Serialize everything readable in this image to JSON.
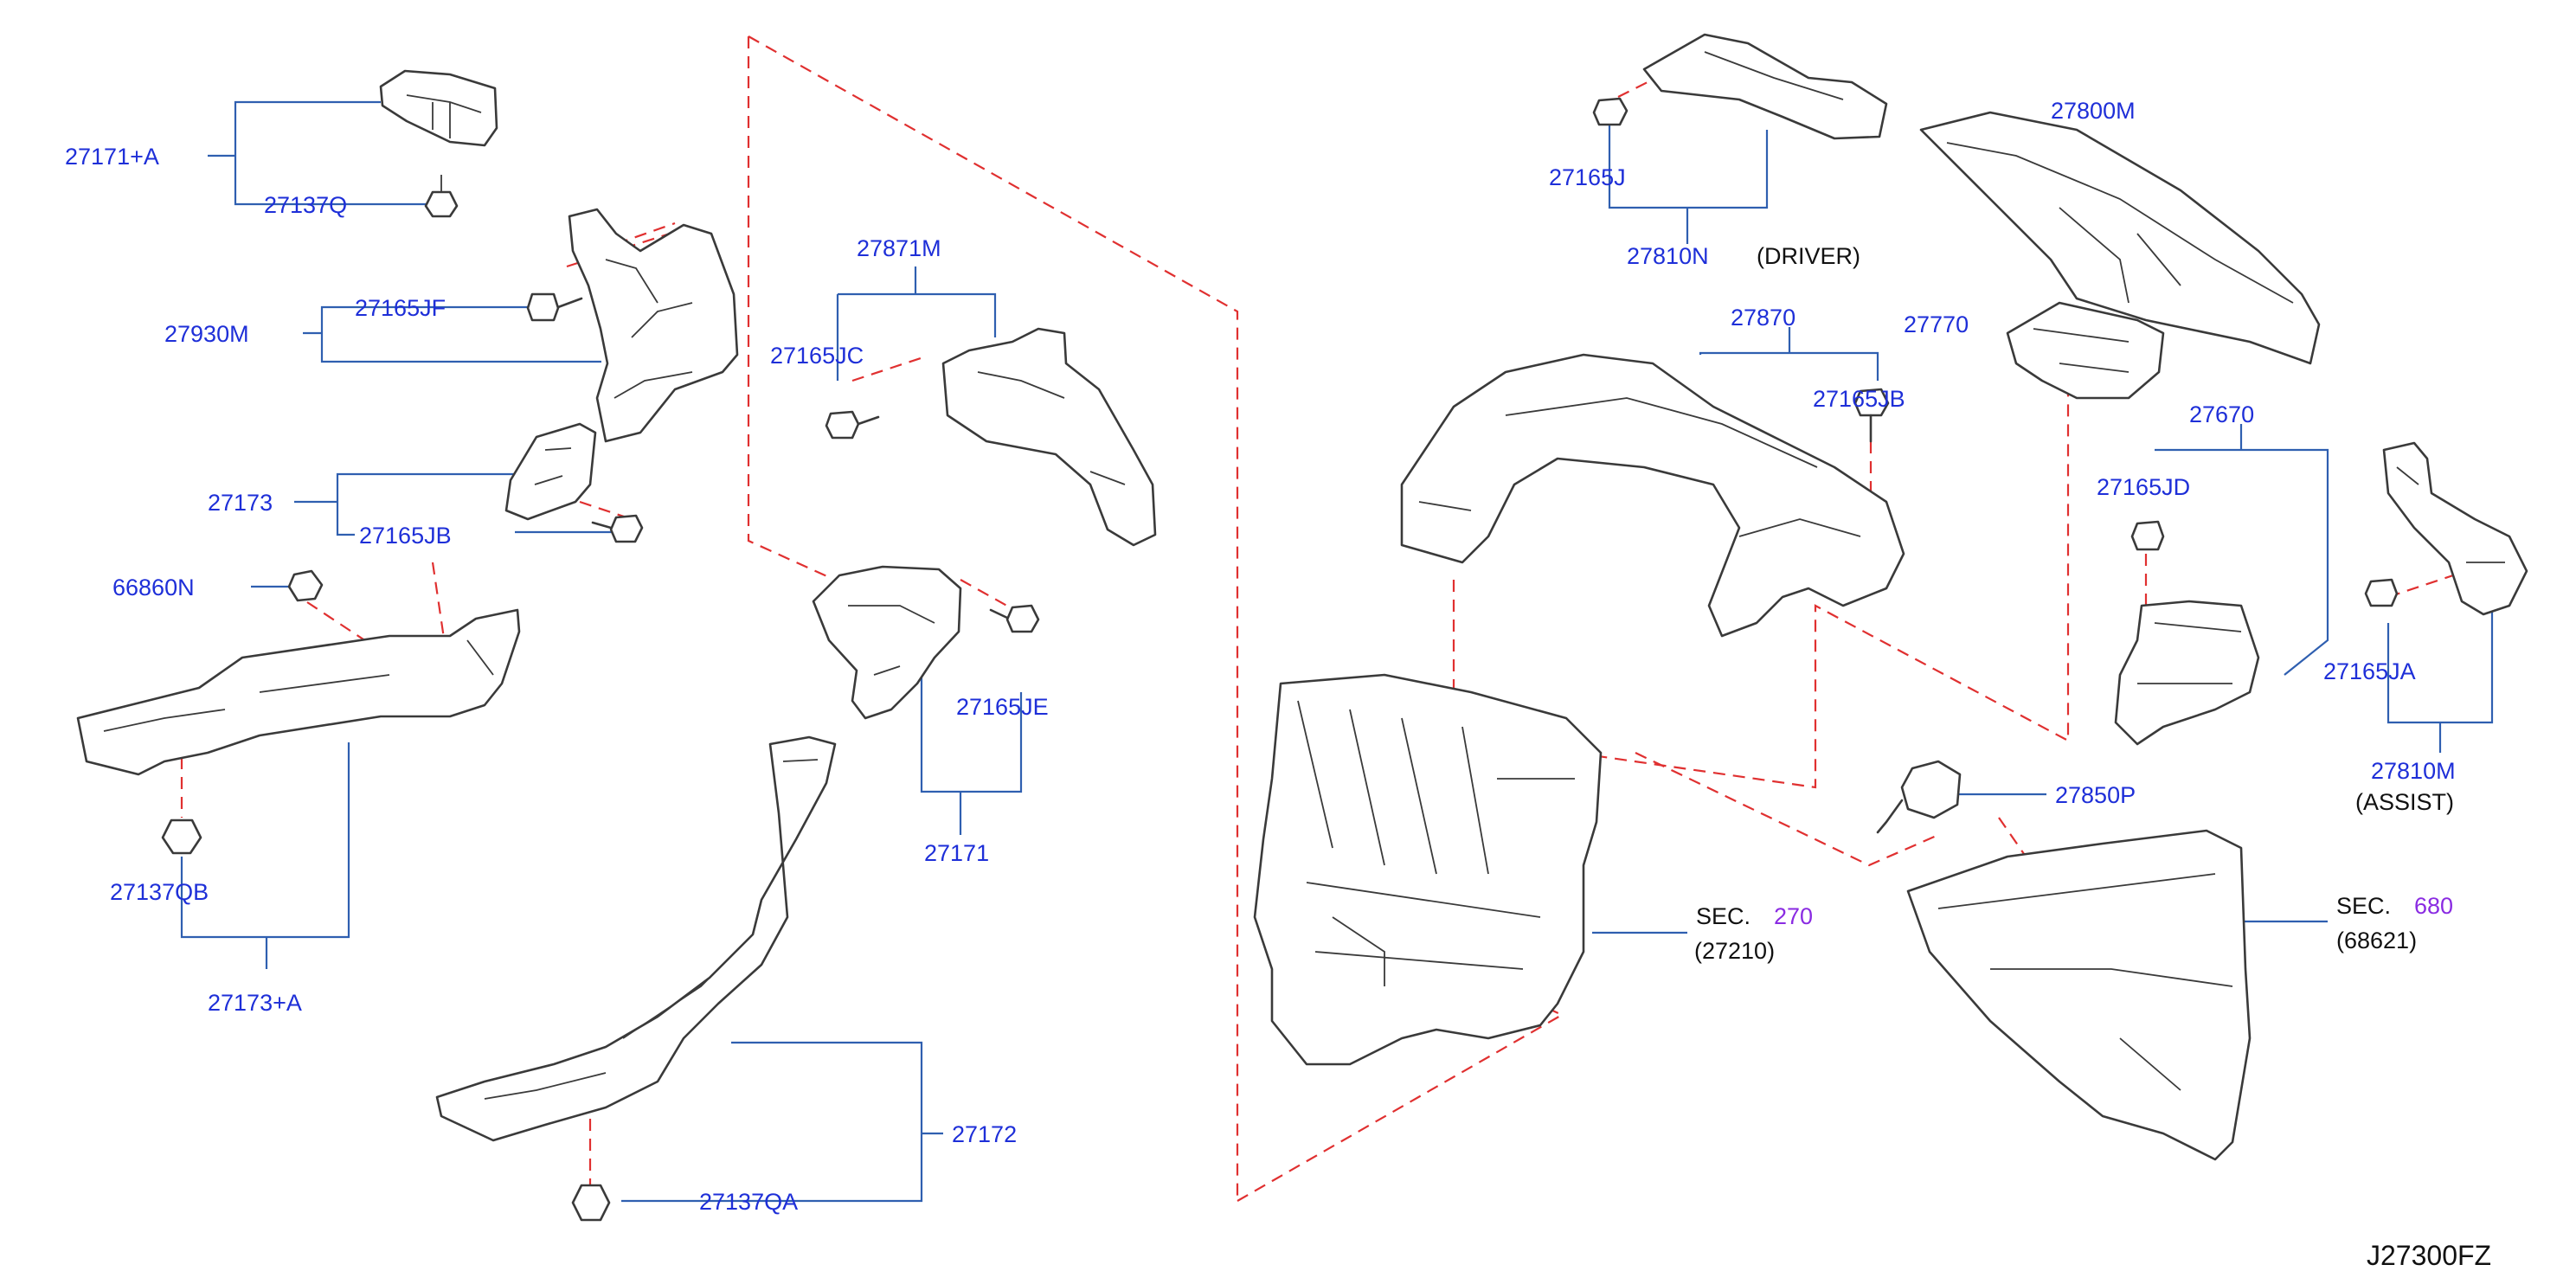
{
  "parts": {
    "p27171a": "27171+A",
    "p27137q": "27137Q",
    "p27930m": "27930M",
    "p27165jf": "27165JF",
    "p27173": "27173",
    "p27165jb_left": "27165JB",
    "p66860n": "66860N",
    "p27137qb": "27137QB",
    "p27173a": "27173+A",
    "p27871m": "27871M",
    "p27165jc": "27165JC",
    "p27165je": "27165JE",
    "p27171": "27171",
    "p27172": "27172",
    "p27137qa": "27137QA",
    "p27165j": "27165J",
    "p27810n": "27810N",
    "p27800m": "27800M",
    "p27870": "27870",
    "p27165jb_right": "27165JB",
    "p27770": "27770",
    "p27670": "27670",
    "p27165jd": "27165JD",
    "p27165ja": "27165JA",
    "p27810m": "27810M",
    "p27850p": "27850P"
  },
  "notes": {
    "driver": "(DRIVER)",
    "assist": "(ASSIST)"
  },
  "sections": {
    "sec_prefix": "SEC.",
    "sec270": "270",
    "sub27210": "(27210)",
    "sec680": "680",
    "sub68621": "(68621)"
  },
  "diagram_code": "J27300FZ",
  "colors": {
    "label": "#1e2fd8",
    "leader": "#2f5fb0",
    "dashed_guide": "#e03030",
    "section_ref": "#8a2be2",
    "part_outline": "#3a3a3a"
  }
}
